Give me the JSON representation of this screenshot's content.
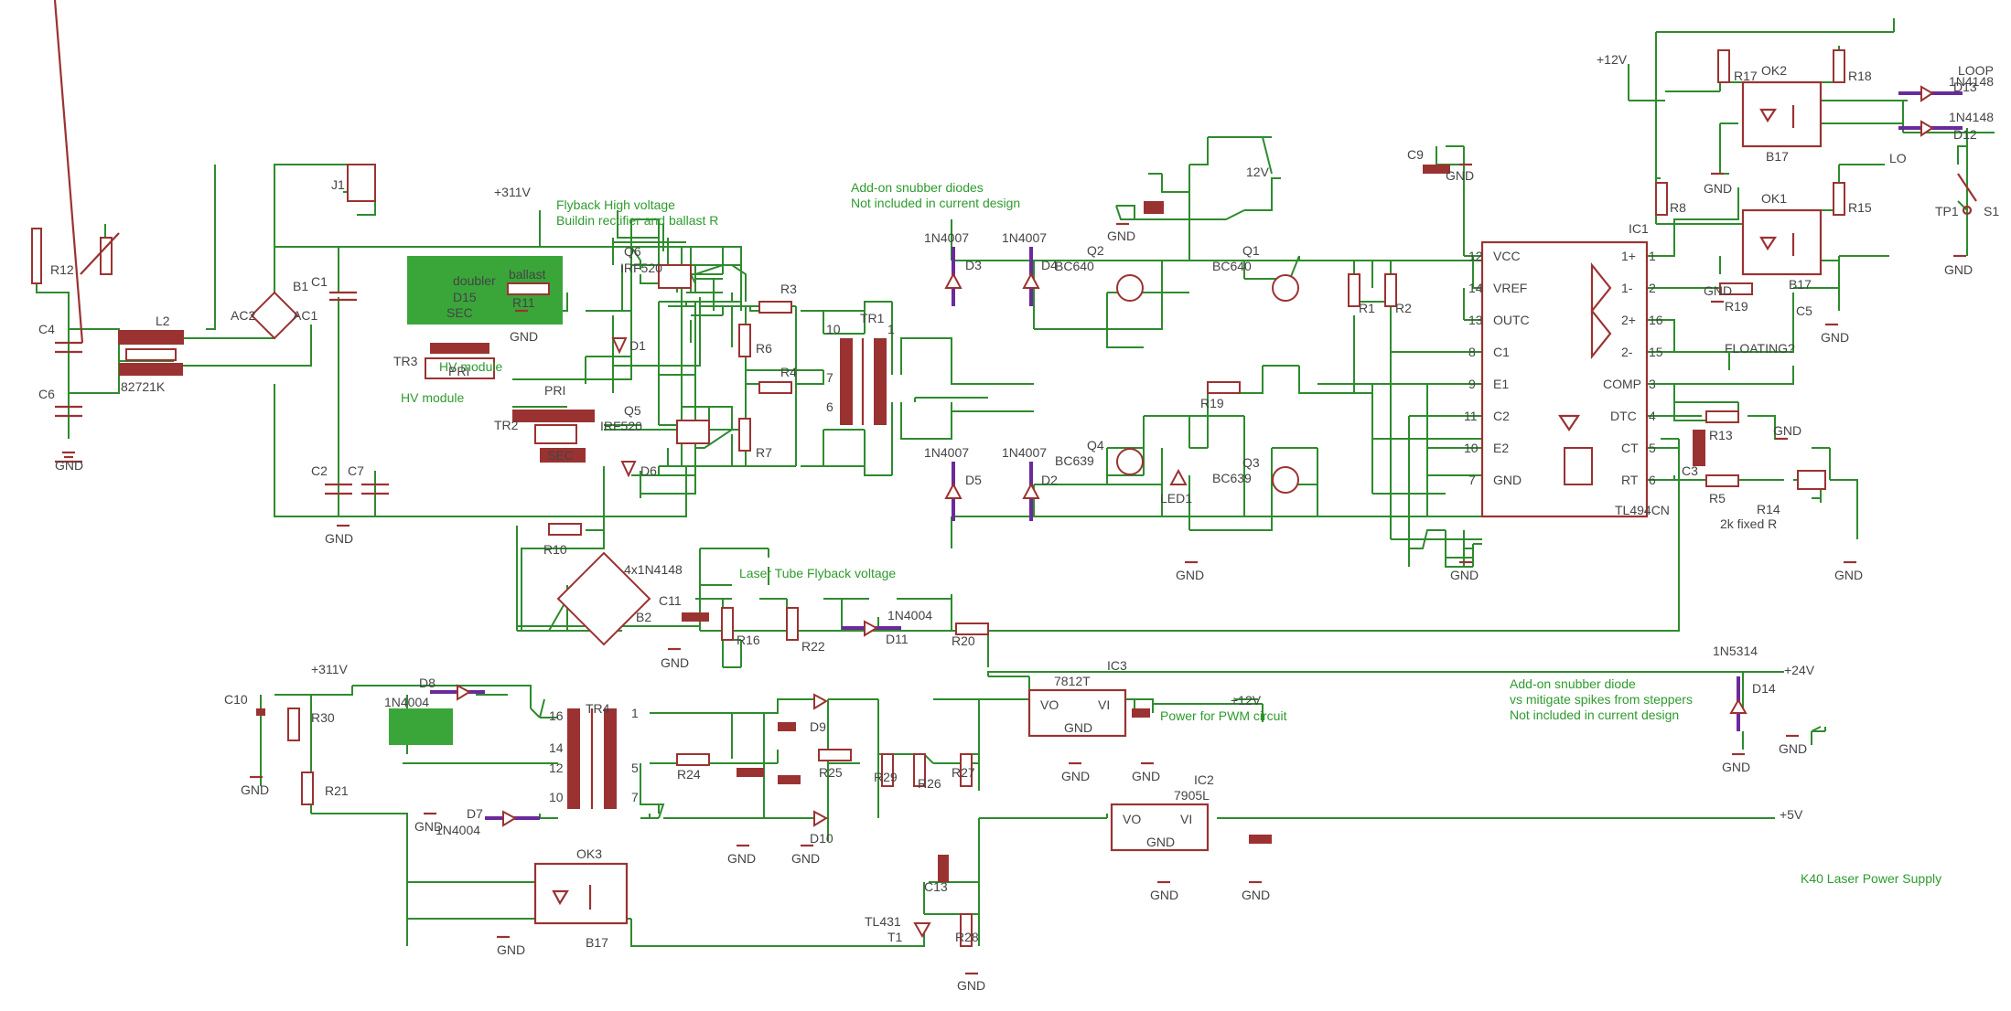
{
  "colors": {
    "wire": "#2e8b2e",
    "component": "#9b3232",
    "text": "#444444",
    "note": "#2e9b2e",
    "module": "#3aa63a",
    "diode_band": "#6b2a9b"
  },
  "title_block": {
    "title": "K40 Laser Power Supply"
  },
  "notes": {
    "flyback_hv_1": "Flyback High voltage",
    "flyback_hv_2": "Buildin rectifier and ballast R",
    "snubber_1": "Add-on snubber diodes",
    "snubber_2": "Not included in current design",
    "laser_tube": "Laser Tube Flyback voltage",
    "snubber_24_1": "Add-on snubber diode",
    "snubber_24_2": "vs mitigate spikes from steppers",
    "snubber_24_3": "Not included in current design",
    "pwm_power": "Power for PWM circuit",
    "hv_module": "HV module",
    "hv_module_2": "HV module",
    "fixed_r": "2k fixed R",
    "floating": "FLOATING?"
  },
  "nets": {
    "v311_top": "+311V",
    "v311_bottom": "+311V",
    "v12_top": "12V",
    "v12_right": "+12V",
    "v12_mid": "+12V",
    "v24": "+24V",
    "v5": "+5V",
    "loop": "LOOP",
    "lo": "LO",
    "gnd": "GND"
  },
  "components": {
    "r12": "R12",
    "c4": "C4",
    "c6": "C6",
    "l2": "L2",
    "l2_part": "82721K",
    "b1": "B1",
    "ac2": "AC2",
    "ac1": "AC1",
    "c1": "C1",
    "c2": "C2",
    "c7": "C7",
    "j1": "J1",
    "tr3": "TR3",
    "tr2": "TR2",
    "d15": "D15",
    "doubler": "doubler",
    "ballast": "ballast",
    "r11": "R11",
    "sec": "SEC",
    "pri": "PRI",
    "q6": "Q6",
    "q5": "Q5",
    "irf_top": "IRF520",
    "irf_bot": "IRF520",
    "d1": "D1",
    "d6": "D6",
    "r3": "R3",
    "r4": "R4",
    "r6": "R6",
    "r7": "R7",
    "tr1": "TR1",
    "r10": "R10",
    "d3": "D3",
    "d5": "D5",
    "d4": "D4",
    "d2": "D2",
    "n4007": "1N4007",
    "q2": "Q2",
    "q1": "Q1",
    "q4": "Q4",
    "q3": "Q3",
    "bc640": "BC640",
    "bc639": "BC639",
    "r1": "R1",
    "r2": "R2",
    "r19a": "R19",
    "led1": "LED1",
    "c9": "C9",
    "ic1": "IC1",
    "tl494": "TL494CN",
    "ok2": "OK2",
    "ok1": "OK1",
    "ok3": "OK3",
    "b17": "B17",
    "d13": "D13",
    "d12": "D12",
    "n4148": "1N4148",
    "r17": "R17",
    "r18": "R18",
    "r15": "R15",
    "r8": "R8",
    "r19b": "R19",
    "c5": "C5",
    "r13": "R13",
    "c3": "C3",
    "r5": "R5",
    "r14": "R14",
    "tp1": "TP1",
    "s1": "S1",
    "b2": "B2",
    "bridge_part": "4x1N4148",
    "c11": "C11",
    "r16": "R16",
    "r22": "R22",
    "d11": "D11",
    "d11_part": "1N4004",
    "r20": "R20",
    "c10": "C10",
    "r30": "R30",
    "r21": "R21",
    "d8": "D8",
    "d8_part": "1N4004",
    "d7": "D7",
    "d7_part": "1N4004",
    "tr4": "TR4",
    "d9": "D9",
    "d10": "D10",
    "r24": "R24",
    "r25": "R25",
    "r26": "R26",
    "r27": "R27",
    "r28": "R28",
    "r29": "R29",
    "c13": "C13",
    "t1": "T1",
    "tl431": "TL431",
    "ic3": "IC3",
    "ic3_part": "7812T",
    "ic2": "IC2",
    "ic2_part": "7905L",
    "d14": "D14",
    "d14_part": "1N5314"
  },
  "ic1_pins": [
    {
      "num": "12",
      "name": "VCC"
    },
    {
      "num": "14",
      "name": "VREF"
    },
    {
      "num": "13",
      "name": "OUTC"
    },
    {
      "num": "8",
      "name": "C1"
    },
    {
      "num": "9",
      "name": "E1"
    },
    {
      "num": "11",
      "name": "C2"
    },
    {
      "num": "10",
      "name": "E2"
    },
    {
      "num": "7",
      "name": "GND"
    }
  ],
  "ic1_pins_right": [
    {
      "num": "1",
      "name": "1+"
    },
    {
      "num": "2",
      "name": "1-"
    },
    {
      "num": "16",
      "name": "2+"
    },
    {
      "num": "15",
      "name": "2-"
    },
    {
      "num": "3",
      "name": "COMP"
    },
    {
      "num": "4",
      "name": "DTC"
    },
    {
      "num": "5",
      "name": "CT"
    },
    {
      "num": "6",
      "name": "RT"
    }
  ],
  "reg_pins": {
    "vo": "VO",
    "vi": "VI",
    "gnd": "GND"
  },
  "tr_pins": {
    "p10": "10",
    "p1": "1",
    "p7": "7",
    "p6": "6",
    "p16": "16",
    "p14": "14",
    "p12": "12",
    "p5": "5"
  }
}
